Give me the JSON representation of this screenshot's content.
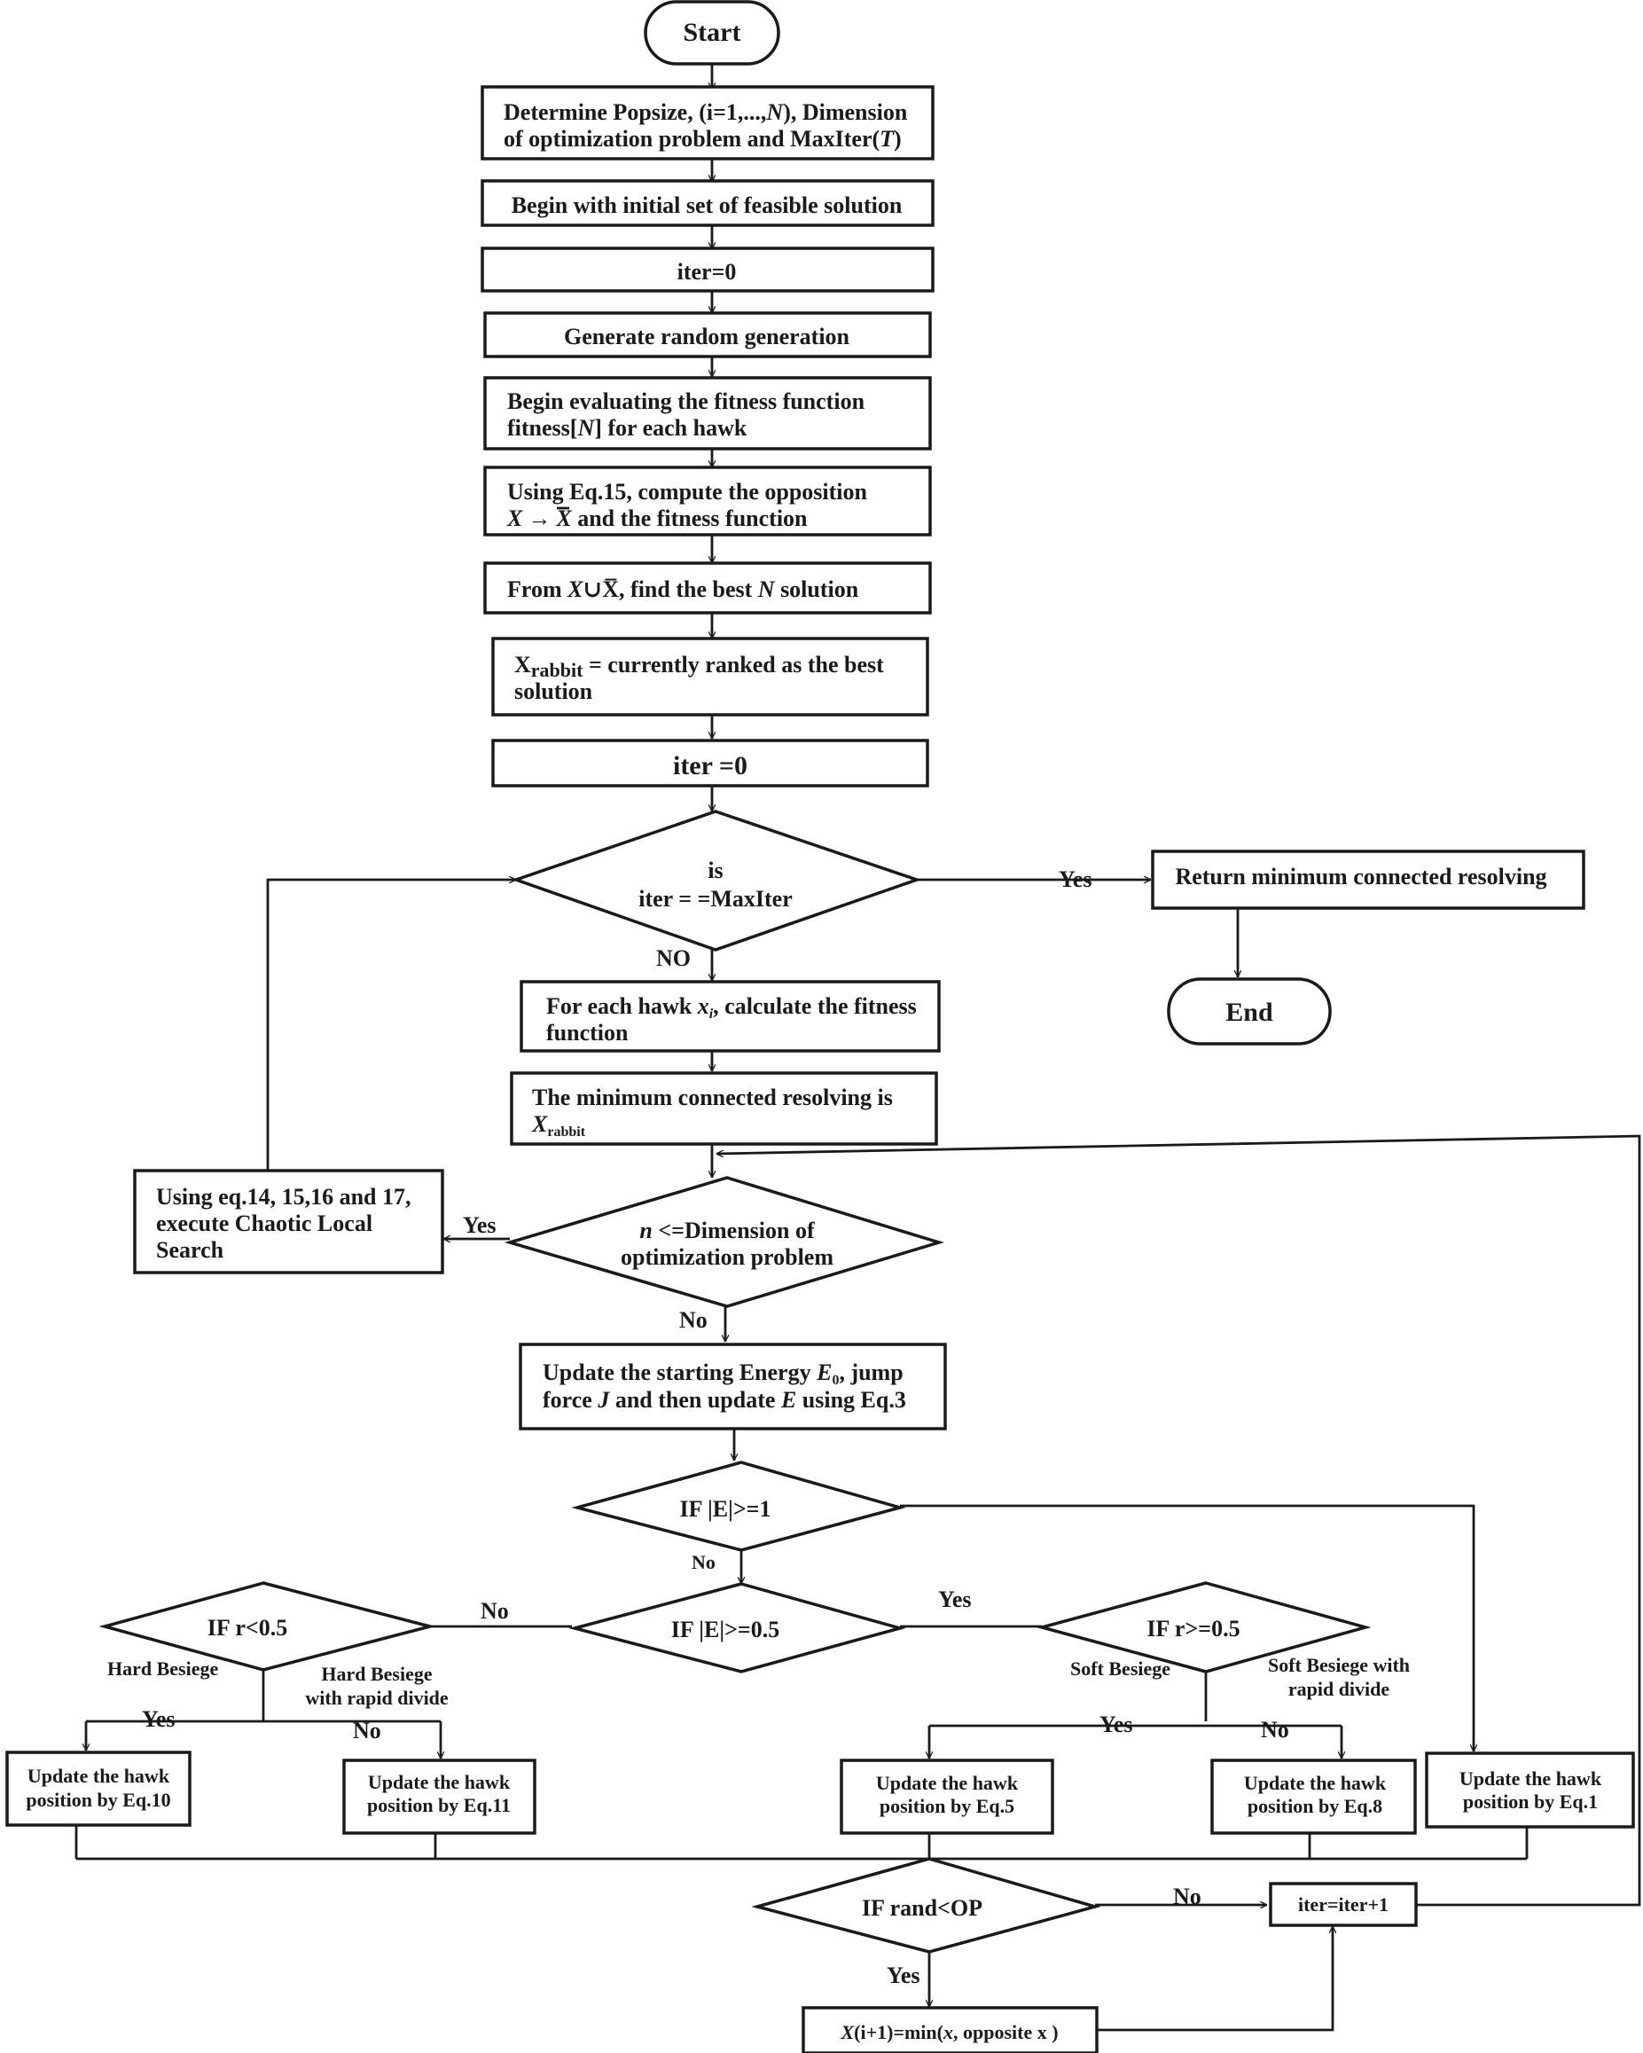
{
  "flowchart": {
    "start": "Start",
    "end": "End",
    "determine": {
      "line1_part1": "Determine Popsize, (i=1,...,",
      "line1_N": "N",
      "line1_part2": "), Dimension",
      "line2_part1": "of optimization problem and MaxIter(",
      "line2_T": "T",
      "line2_part2": ")"
    },
    "begin_initial": "Begin with initial set of feasible solution",
    "iter_init": "iter=0",
    "generate_random": "Generate random generation",
    "evaluate": {
      "line1": "Begin evaluating the fitness function",
      "line2_part1": "fitness[",
      "line2_N": "N",
      "line2_part2": "] for each hawk"
    },
    "opposition": {
      "line1": "Using Eq.15, compute the  opposition",
      "x": "X",
      "arrow": "→",
      "xbar": "X",
      "line2_rest": " and the fitness function"
    },
    "best_n": {
      "from": "From ",
      "x": "X",
      "union": "∪X̅",
      "mid": ", find the best ",
      "n": "N",
      "rest": " solution"
    },
    "xrabbit_box": {
      "x": "X",
      "sub": "rabbit",
      "line1_rest": " = currently ranked as the best",
      "line2": "solution"
    },
    "iter_init2": "iter =0",
    "decision_maxiter": {
      "line1": "is",
      "line2": "iter = =MaxIter"
    },
    "return_min": "Return minimum connected resolving",
    "for_each_hawk": {
      "line1_part1": "For each hawk ",
      "xi": "x",
      "xi_sub": "i",
      "line1_part2": ", calculate the fitness",
      "line2": "function"
    },
    "min_connected": {
      "line1": "The  minimum  connected  resolving  is",
      "x": "X",
      "sub": "rabbit"
    },
    "chaotic": {
      "line1": "Using eq.14, 15,16 and 17,",
      "line2": "execute Chaotic Local",
      "line3": "Search"
    },
    "decision_dimension": {
      "n": "n",
      "line1_rest": " <=Dimension of",
      "line2": "optimization problem"
    },
    "update_energy": {
      "line1_part1": "Update  the  starting  Energy  ",
      "e": "E",
      "e_sub": "0",
      "line1_part2": ",  jump",
      "line2_part1": "force ",
      "j": "J",
      "line2_part2": " and then update ",
      "e2": "E",
      "line2_part3": " using Eq.3"
    },
    "decision_e1": "IF |E|>=1",
    "decision_e05": "IF |E|>=0.5",
    "decision_r_lt": "IF r<0.5",
    "decision_r_ge": "IF r>=0.5",
    "hard_besiege": "Hard Besiege",
    "hard_besiege_rapid": {
      "line1": "Hard Besiege",
      "line2": "with rapid divide"
    },
    "soft_besiege": "Soft Besiege",
    "soft_besiege_rapid": {
      "line1": "Soft Besiege with",
      "line2": "rapid divide"
    },
    "update_eq10": {
      "line1": "Update the hawk",
      "line2": "position by Eq.10"
    },
    "update_eq11": {
      "line1": "Update the hawk",
      "line2": "position by Eq.11"
    },
    "update_eq5": {
      "line1": "Update the hawk",
      "line2": "position by Eq.5"
    },
    "update_eq8": {
      "line1": "Update the hawk",
      "line2": "position by Eq.8"
    },
    "update_eq1": {
      "line1": "Update the hawk",
      "line2": "position by Eq.1"
    },
    "decision_rand": "IF rand<OP",
    "iter_increment": "iter=iter+1",
    "opposite_x": {
      "x": "X",
      "part1": "(i+1)=min(",
      "xi": "x",
      "part2": ", opposite x )"
    },
    "labels": {
      "yes": "Yes",
      "no": "No",
      "no_caps": "NO"
    }
  }
}
